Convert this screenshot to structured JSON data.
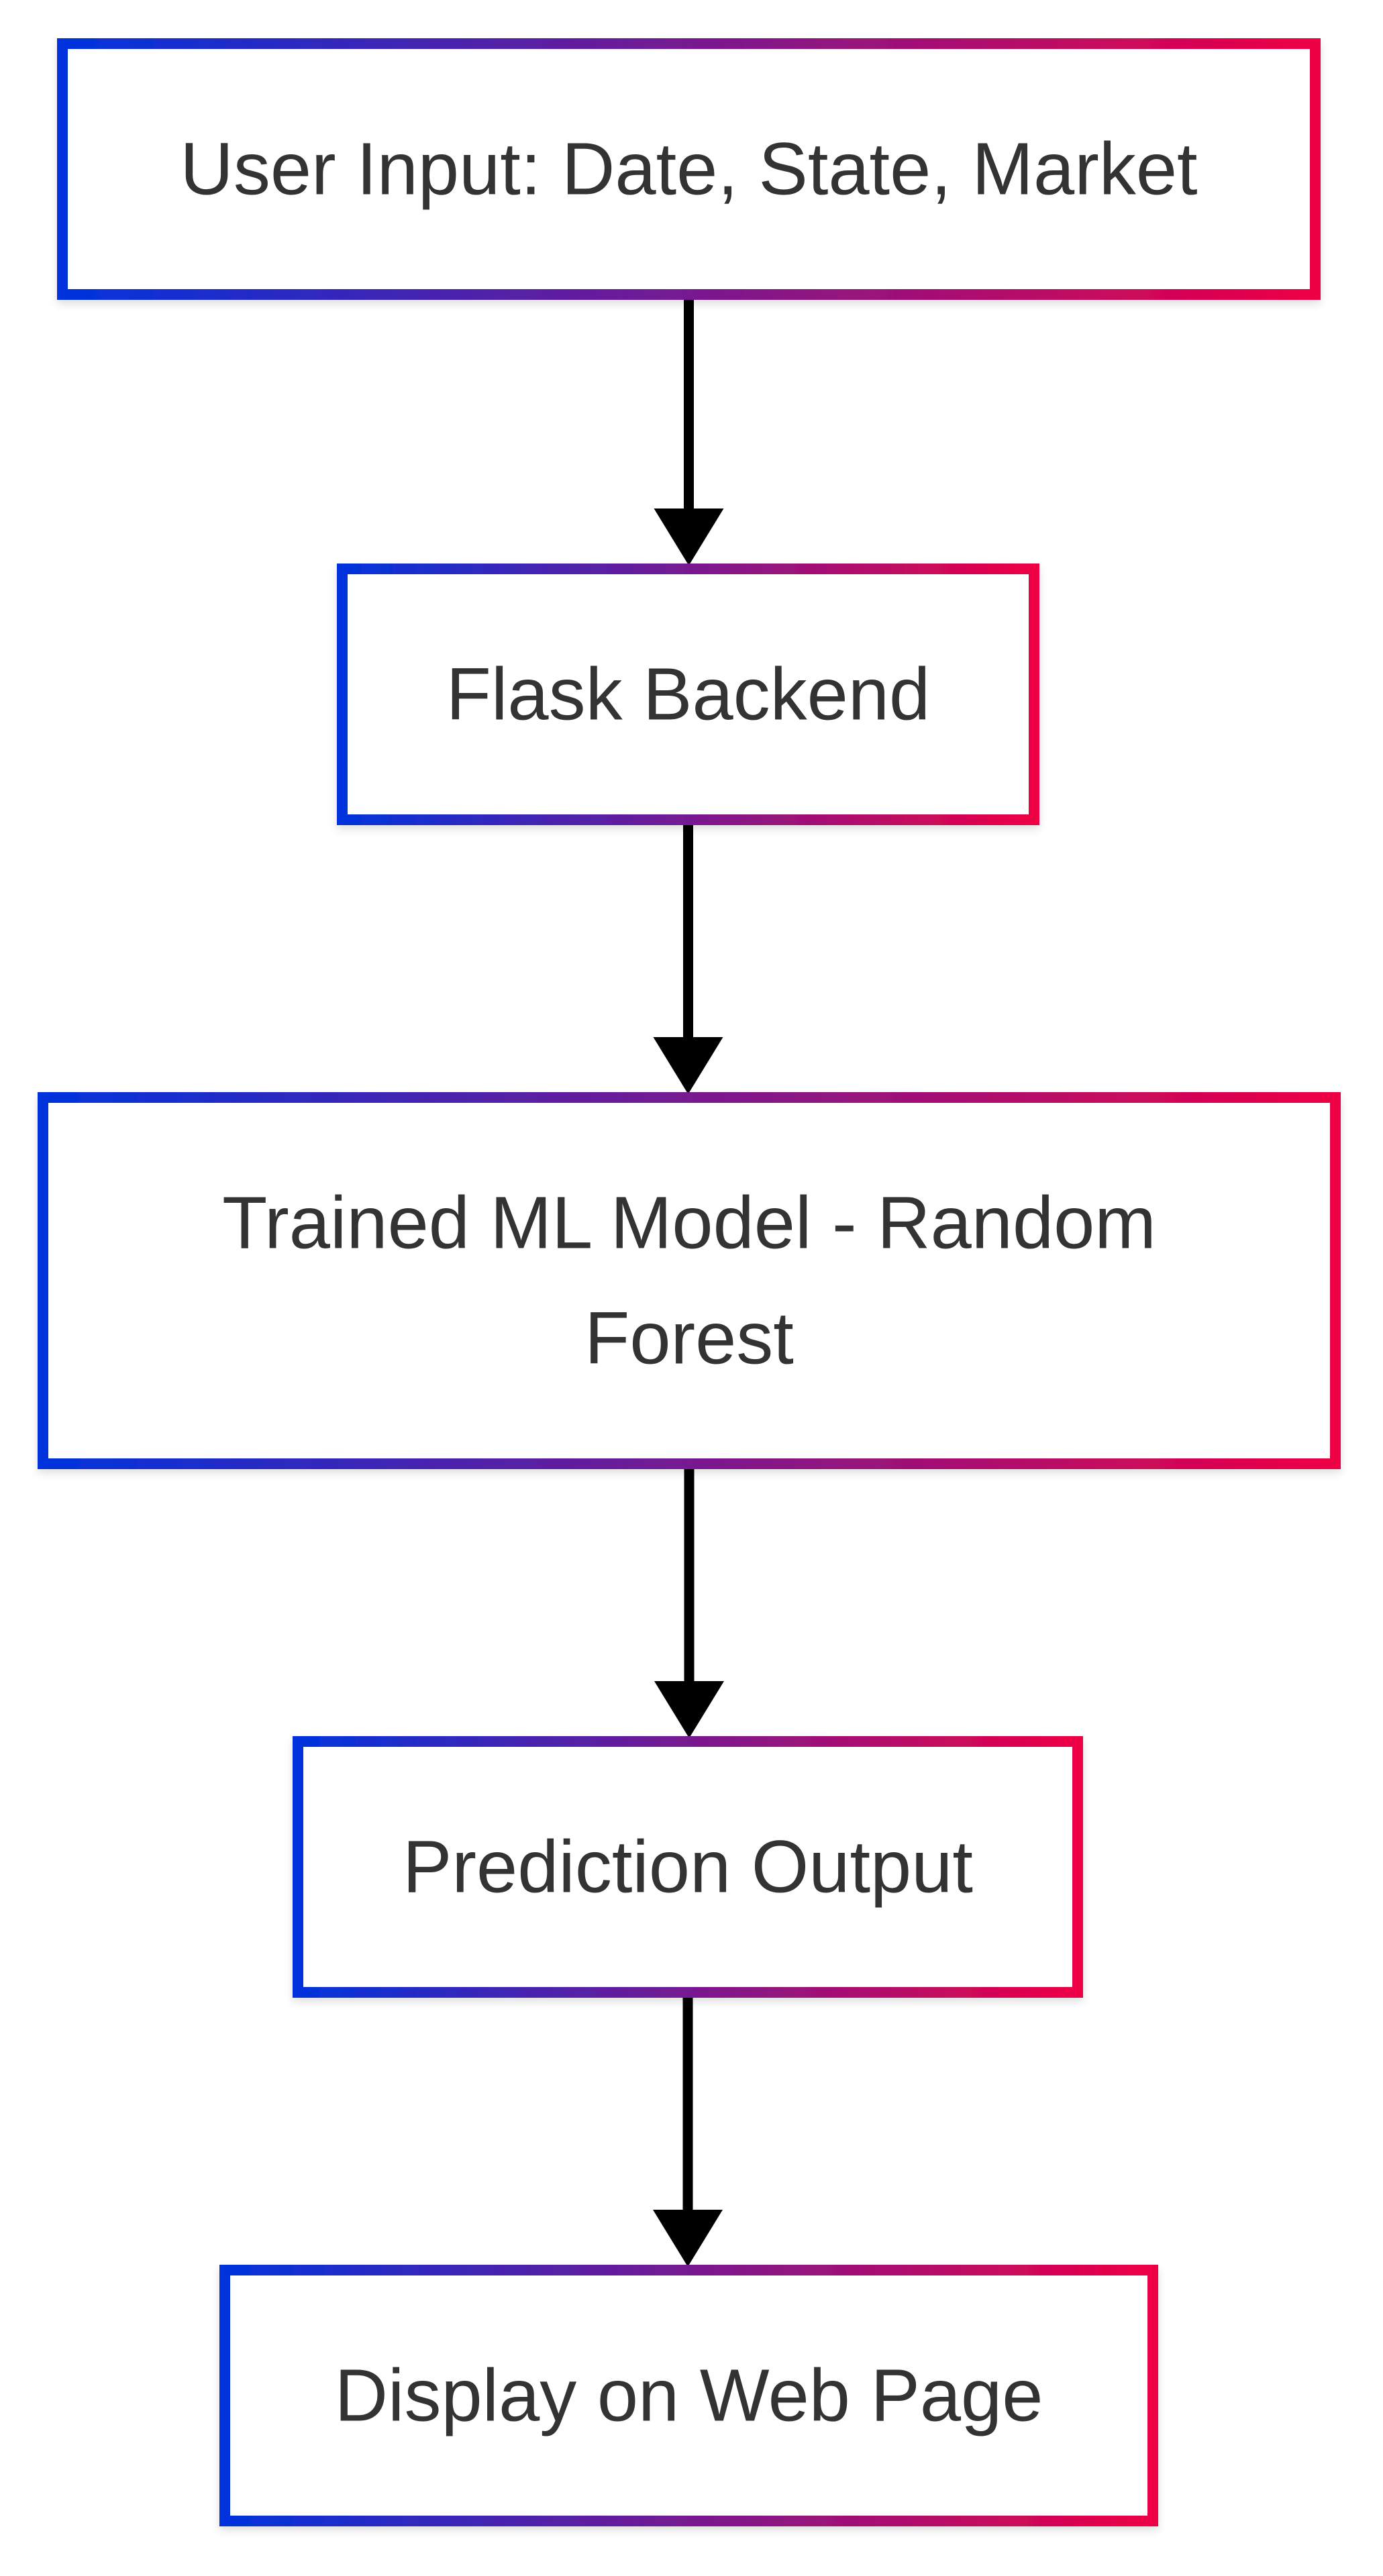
{
  "diagram": {
    "type": "flowchart",
    "direction": "top-to-bottom",
    "node_style": {
      "border_gradient": [
        "#0033dd",
        "#ee0044"
      ],
      "fill": "#ffffff",
      "text_color": "#333333"
    },
    "edge_style": {
      "color": "#000000",
      "arrowhead": "filled-triangle"
    },
    "nodes": [
      {
        "id": "user-input",
        "lines": [
          "User Input: Date, State, Market"
        ]
      },
      {
        "id": "flask-backend",
        "lines": [
          "Flask Backend"
        ]
      },
      {
        "id": "ml-model",
        "lines": [
          "Trained ML Model - Random",
          "Forest"
        ]
      },
      {
        "id": "prediction-output",
        "lines": [
          "Prediction Output"
        ]
      },
      {
        "id": "display",
        "lines": [
          "Display on Web Page"
        ]
      }
    ],
    "edges": [
      {
        "from": "user-input",
        "to": "flask-backend"
      },
      {
        "from": "flask-backend",
        "to": "ml-model"
      },
      {
        "from": "ml-model",
        "to": "prediction-output"
      },
      {
        "from": "prediction-output",
        "to": "display"
      }
    ]
  }
}
